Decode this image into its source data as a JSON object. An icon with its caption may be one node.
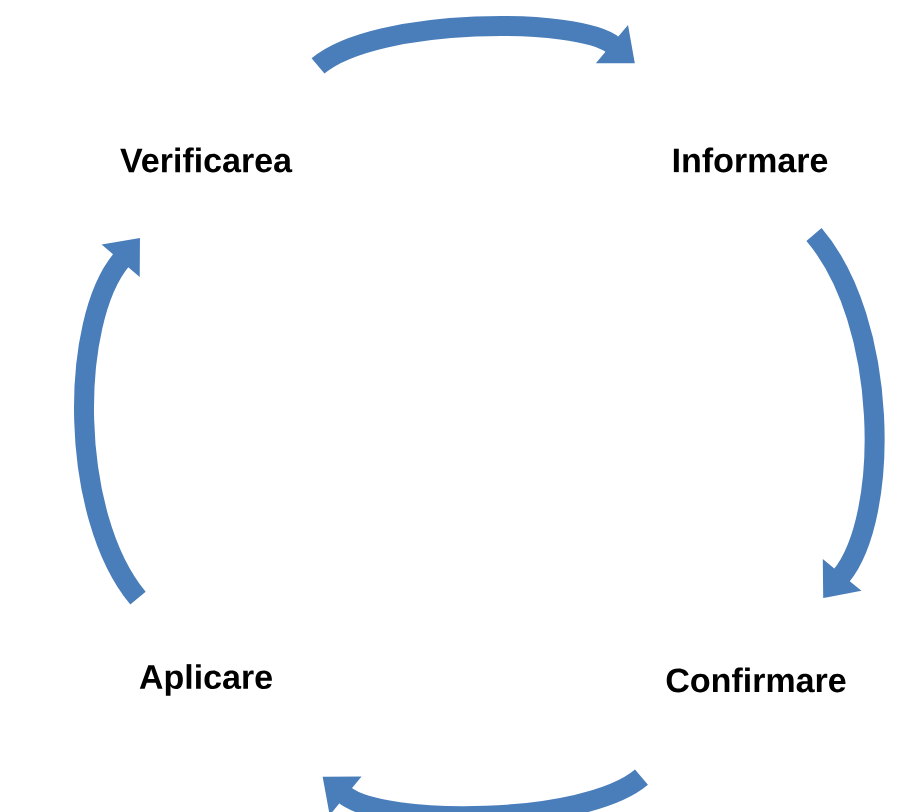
{
  "diagram": {
    "nodes": [
      {
        "text": [
          "Verificarea"
        ]
      },
      {
        "text": [
          "Informare"
        ]
      },
      {
        "text": [
          "Confirmare"
        ]
      },
      {
        "text": [
          "Aplicare"
        ]
      }
    ],
    "edges": [
      {
        "from": 0,
        "to": 1,
        "arrow": "to"
      },
      {
        "from": 1,
        "to": 2,
        "arrow": "to"
      },
      {
        "from": 2,
        "to": 3,
        "arrow": "to"
      },
      {
        "from": 3,
        "to": 0,
        "arrow": "to"
      }
    ]
  }
}
